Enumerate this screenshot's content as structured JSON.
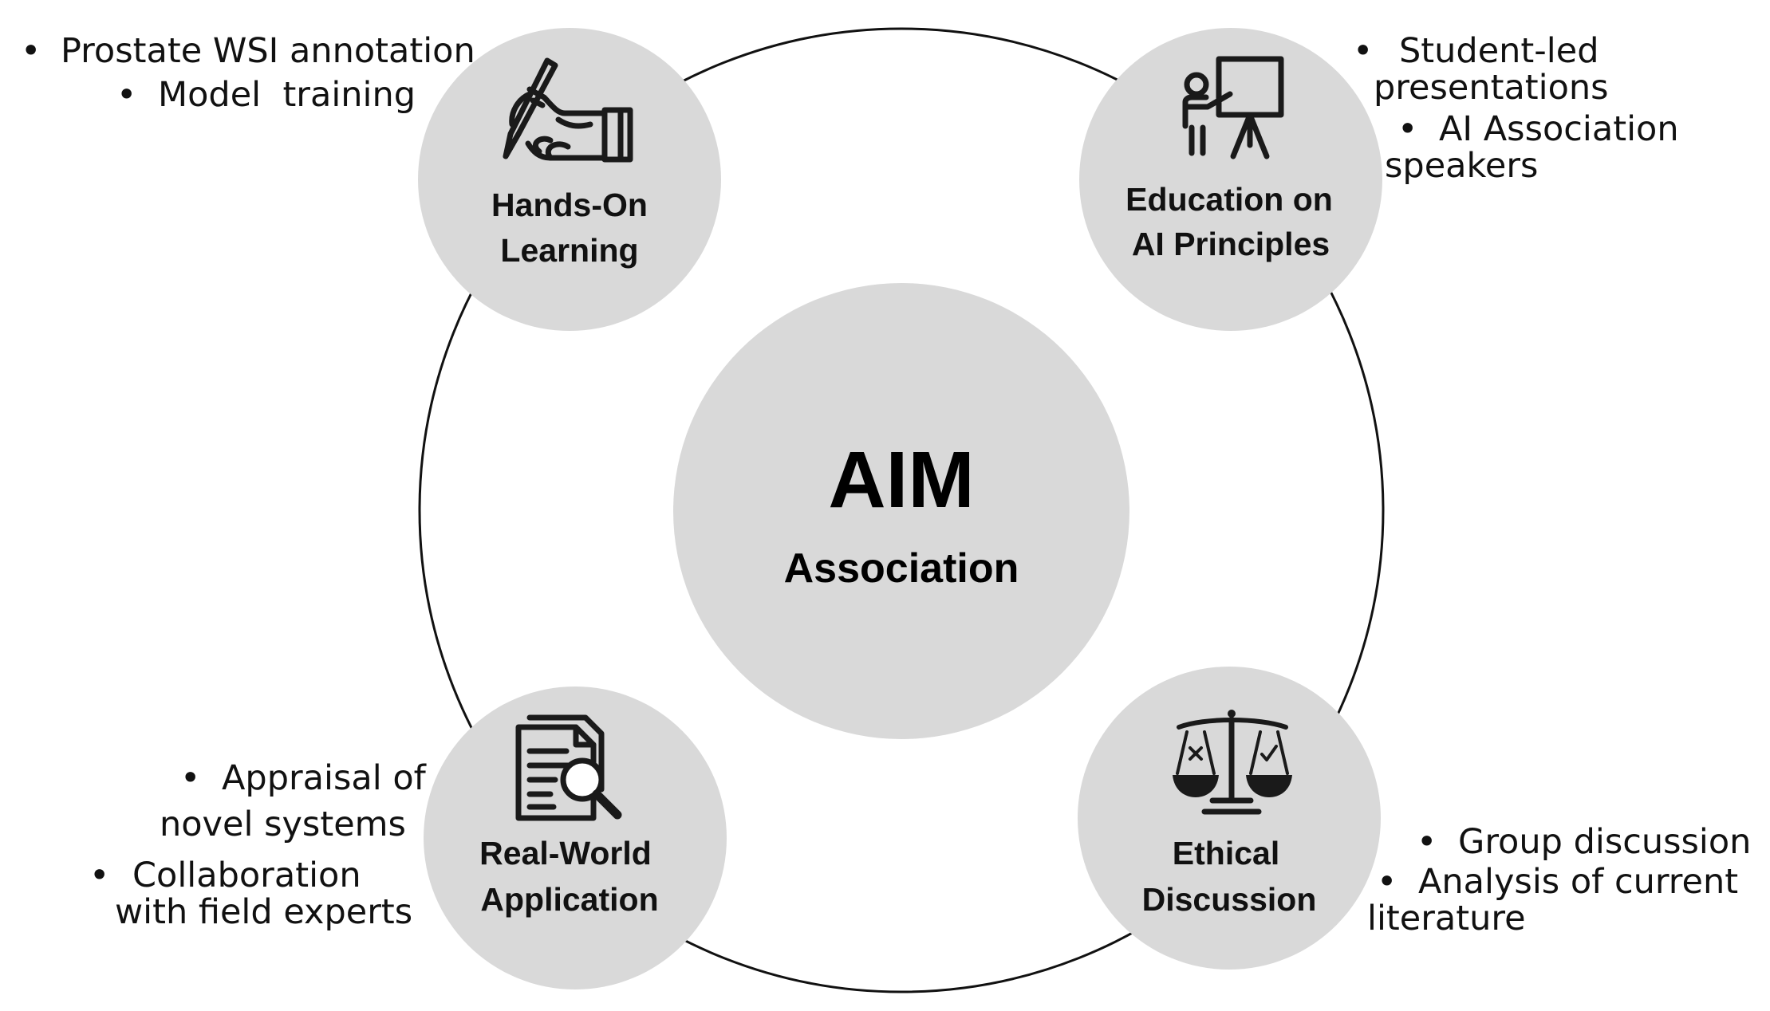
{
  "center": {
    "title": "AIM",
    "subtitle": "Association"
  },
  "nodes": {
    "hands_on": {
      "label_line1": "Hands-On",
      "label_line2": "Learning",
      "icon": "hand-writing-icon",
      "bullets": {
        "b1": "Prostate WSI annotation",
        "b2": "Model  training"
      }
    },
    "education": {
      "label_line1": "Education on",
      "label_line2": "AI Principles",
      "icon": "presenter-board-icon",
      "bullets": {
        "b1_line1": "Student-led",
        "b1_line2": "presentations",
        "b2_line1": "AI Association",
        "b2_line2": "speakers"
      }
    },
    "real_world": {
      "label_line1": "Real-World",
      "label_line2": "Application",
      "icon": "document-magnifier-icon",
      "bullets": {
        "b1_line1": "Appraisal of",
        "b1_line2": "novel systems",
        "b2_line1": "Collaboration",
        "b2_line2": "with field experts"
      }
    },
    "ethical": {
      "label_line1": "Ethical",
      "label_line2": "Discussion",
      "icon": "justice-scale-icon",
      "bullets": {
        "b1": "Group discussion",
        "b2_line1": "Analysis of current",
        "b2_line2": "literature"
      }
    }
  },
  "colors": {
    "node_fill": "#d9d9d9",
    "ring_stroke": "#111111",
    "text": "#111111"
  }
}
